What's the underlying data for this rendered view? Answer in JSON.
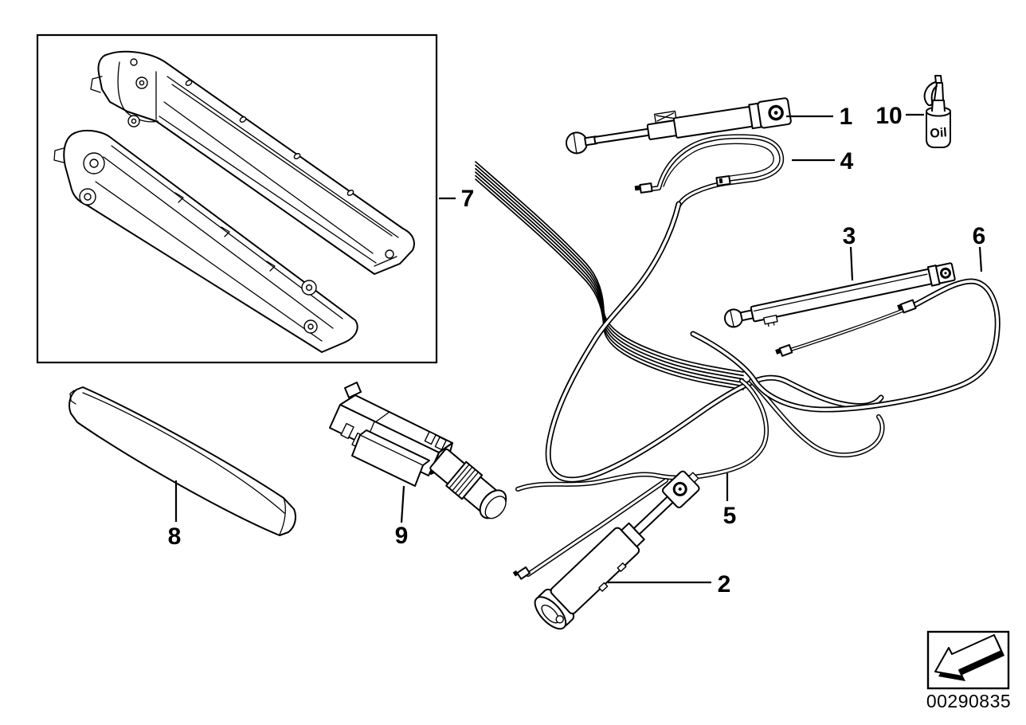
{
  "diagram": {
    "background_color": "#ffffff",
    "line_color": "#000000",
    "document_number": "00290835",
    "oil_bottle_label": "Oil",
    "callouts": [
      {
        "ref": "1"
      },
      {
        "ref": "2"
      },
      {
        "ref": "3"
      },
      {
        "ref": "4"
      },
      {
        "ref": "5"
      },
      {
        "ref": "6"
      },
      {
        "ref": "7"
      },
      {
        "ref": "8"
      },
      {
        "ref": "9"
      },
      {
        "ref": "10"
      }
    ]
  }
}
